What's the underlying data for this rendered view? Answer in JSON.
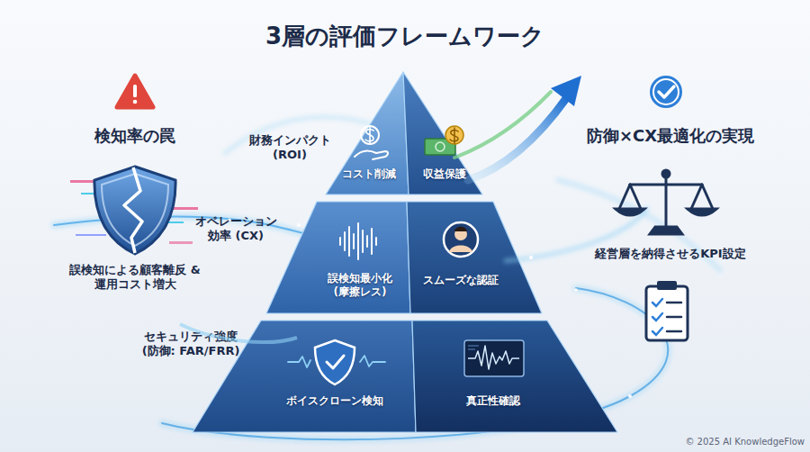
{
  "diagram": {
    "title": "3層の評価フレームワーク",
    "nodes": [
      {
        "text": [
          "財務インパクト (ROI)",
          "コスト削減",
          "収益保護"
        ]
      },
      {
        "text": [
          "オペレーション 効率 (CX)",
          "誤検知最小化 (摩擦レス)",
          "スムーズな認証"
        ]
      },
      {
        "text": [
          "セキュリティ強度 (防御: FAR/FRR)",
          "ボイスクローン検知",
          "真正性確認"
        ]
      }
    ],
    "labels": [
      "検知率の罠",
      "誤検知による顧客離反 &運用コスト増大",
      "防御×CX最適化の実現",
      "経営層を納得させるKPI設定",
      "© 2025 AI KnowledgeFlow"
    ]
  }
}
